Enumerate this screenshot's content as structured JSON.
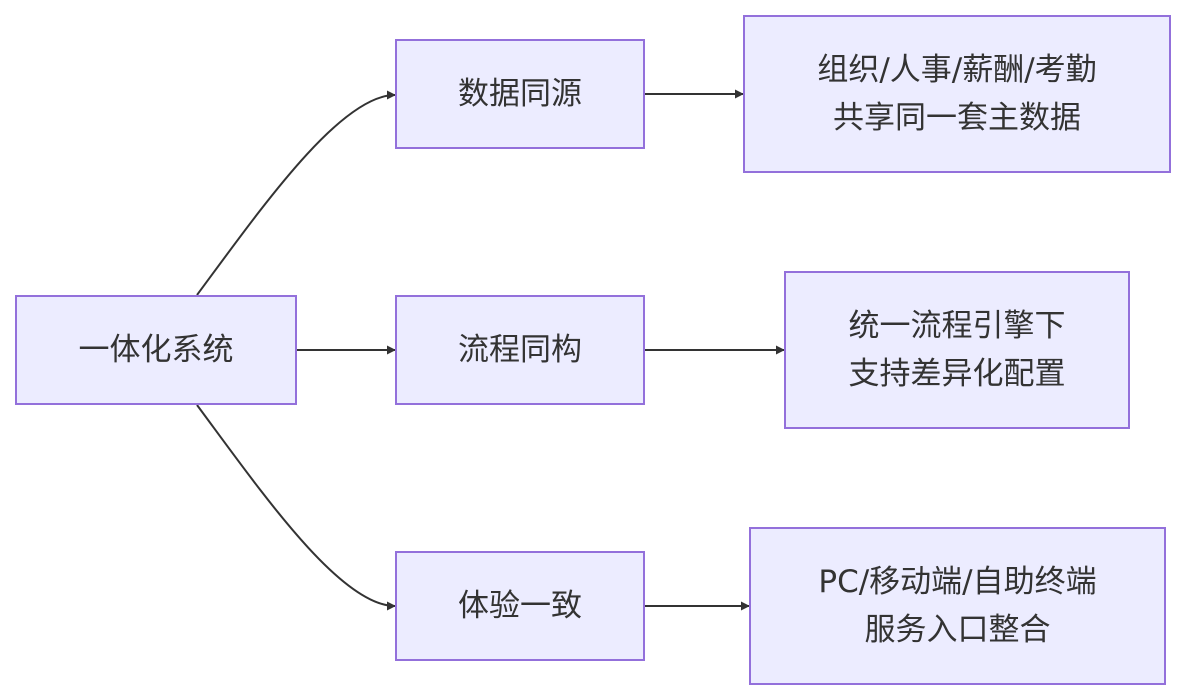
{
  "diagram": {
    "colors": {
      "node_fill": "#ececff",
      "node_border": "#9370db",
      "edge": "#333333",
      "text": "#333333"
    },
    "nodes": {
      "root": {
        "label": "一体化系统"
      },
      "data_source": {
        "label": "数据同源"
      },
      "process": {
        "label": "流程同构"
      },
      "experience": {
        "label": "体验一致"
      },
      "data_source_detail": {
        "lines": [
          "组织/人事/薪酬/考勤",
          "共享同一套主数据"
        ]
      },
      "process_detail": {
        "lines": [
          "统一流程引擎下",
          "支持差异化配置"
        ]
      },
      "experience_detail": {
        "lines": [
          "PC/移动端/自助终端",
          "服务入口整合"
        ]
      }
    },
    "edges": [
      {
        "from": "root",
        "to": "data_source"
      },
      {
        "from": "root",
        "to": "process"
      },
      {
        "from": "root",
        "to": "experience"
      },
      {
        "from": "data_source",
        "to": "data_source_detail"
      },
      {
        "from": "process",
        "to": "process_detail"
      },
      {
        "from": "experience",
        "to": "experience_detail"
      }
    ]
  }
}
